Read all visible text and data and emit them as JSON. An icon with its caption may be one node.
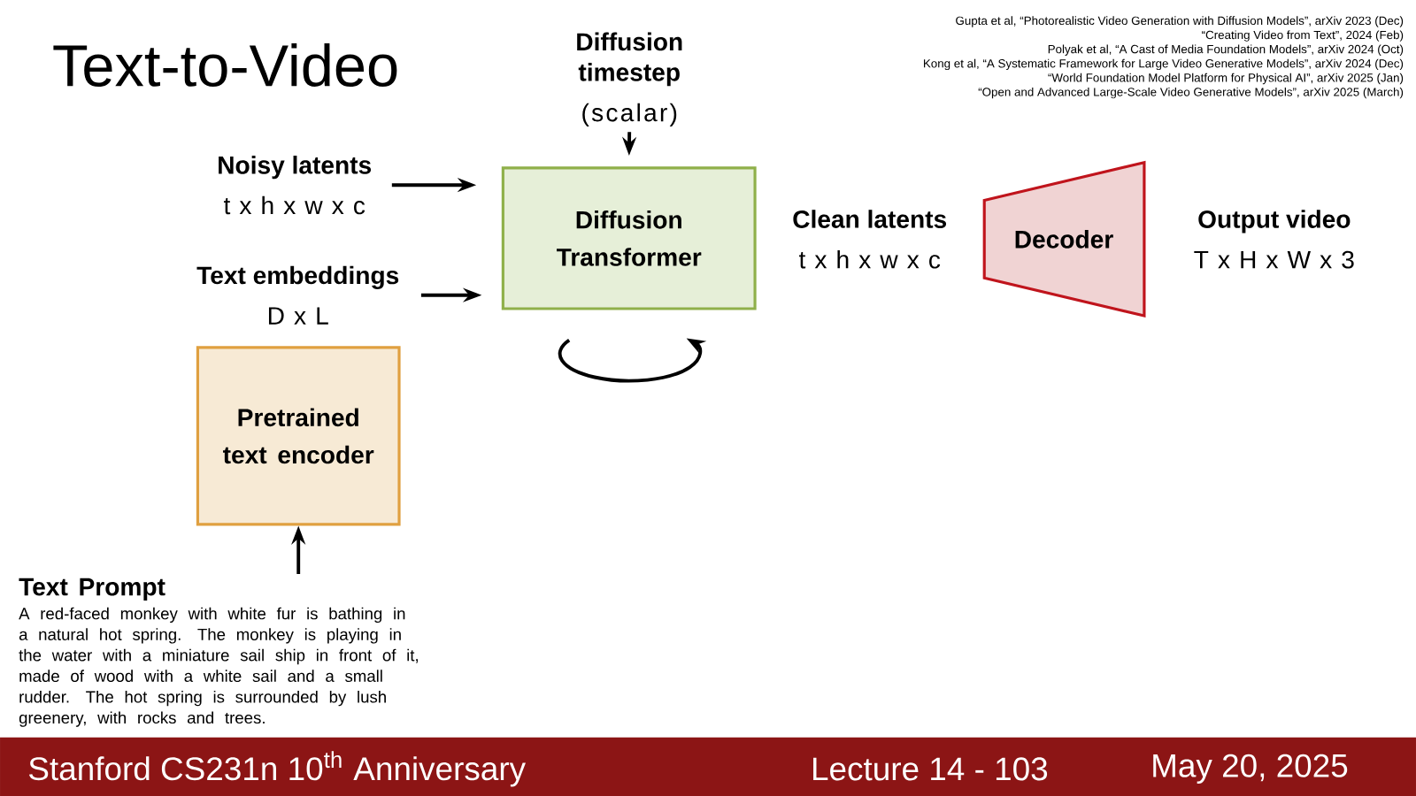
{
  "diagram": {
    "title": "Text-to-Video",
    "nodes": [
      {
        "text": [
          "Diffusion timestep",
          "(scalar)"
        ]
      },
      {
        "text": [
          "Noisy latents",
          "t x h x w x c"
        ]
      },
      {
        "text": [
          "Diffusion Transformer"
        ]
      },
      {
        "text": [
          "Text embeddings",
          "D x L"
        ]
      },
      {
        "text": [
          "Pretrained text encoder"
        ]
      },
      {
        "text": [
          "Text Prompt",
          "A red-faced monkey with white fur is bathing in a natural hot spring. The monkey is playing in the water with a miniature sail ship in front of it, made of wood with a white sail and a small rudder. The hot spring is surrounded by lush greenery, with rocks and trees."
        ]
      },
      {
        "text": [
          "Clean latents",
          "t x h x w x c"
        ]
      },
      {
        "text": [
          "Decoder"
        ]
      },
      {
        "text": [
          "Output video",
          "T x H x W x 3"
        ]
      }
    ],
    "edges": [
      {
        "from": 0,
        "to": 2,
        "arrow": "to"
      },
      {
        "from": 1,
        "to": 2,
        "arrow": "to"
      },
      {
        "from": 3,
        "to": 2,
        "arrow": "to"
      },
      {
        "from": 5,
        "to": 4,
        "arrow": "to"
      }
    ],
    "labels": [
      "Gupta et al, “Photorealistic Video Generation with Diffusion Models”, arXiv 2023 (Dec)",
      "“Creating Video from Text”, 2024 (Feb)",
      "Polyak et al, “A Cast of Media Foundation Models”, arXiv 2024 (Oct)",
      "Kong et al, “A Systematic Framework for Large Video Generative Models”, arXiv 2024 (Dec)",
      "“World Foundation Model Platform for Physical AI”, arXiv 2025 (Jan)",
      "“Open and Advanced Large-Scale Video Generative Models”, arXiv 2025 (March)",
      "Stanford CS231n 10$^{th}$ Anniversary",
      "Lecture 14 -  103",
      "May 20, 2025"
    ]
  }
}
